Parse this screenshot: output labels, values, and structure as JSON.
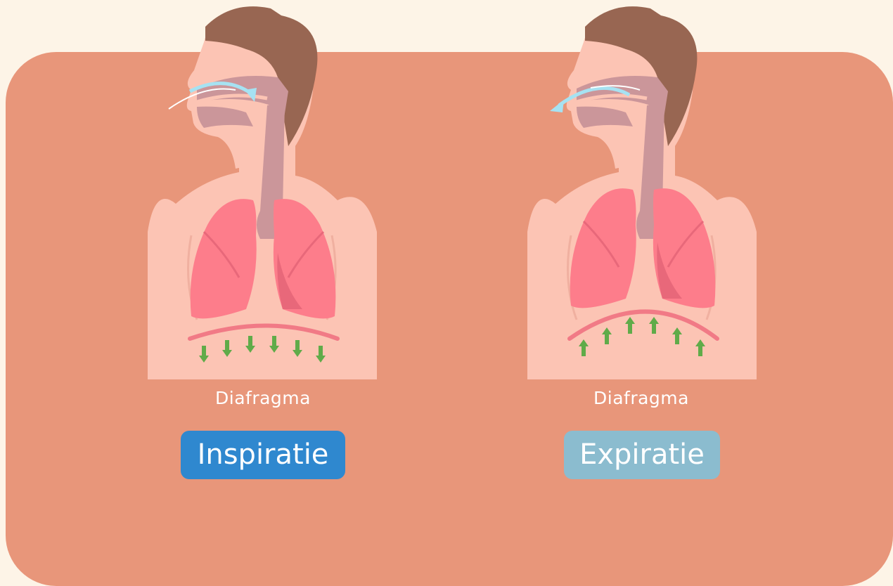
{
  "colors": {
    "background": "#fdf4e7",
    "panel": "#e8967a",
    "skin": "#fcc4b4",
    "hair": "#986652",
    "airway": "#cb969a",
    "lung": "#fd7d8b",
    "lung_shade": "#e8687a",
    "diaphragm": "#f17a86",
    "arrow_green": "#60ab49",
    "air_arrow": "#a6e2f2",
    "inspiration_badge": "#2f88cf",
    "expiration_badge": "#8bbccf"
  },
  "panels": [
    {
      "caption": "Diafragma",
      "label": "Inspiratie",
      "airflow": "inward",
      "diaphragm_motion": "down"
    },
    {
      "caption": "Diafragma",
      "label": "Expiratie",
      "airflow": "outward",
      "diaphragm_motion": "up"
    }
  ]
}
